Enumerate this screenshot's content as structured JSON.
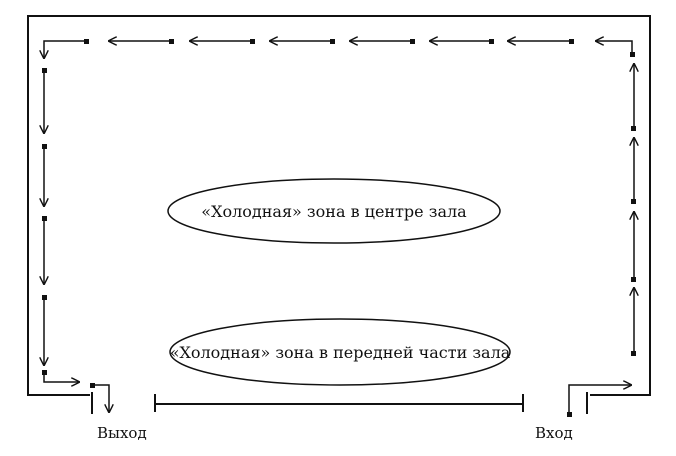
{
  "zones": {
    "center": "«Холодная» зона в центре зала",
    "front": "«Холодная» зона в передней части зала"
  },
  "doors": {
    "exit": "Выход",
    "entry": "Вход"
  },
  "colors": {
    "ink": "#111111",
    "background": "#ffffff"
  }
}
